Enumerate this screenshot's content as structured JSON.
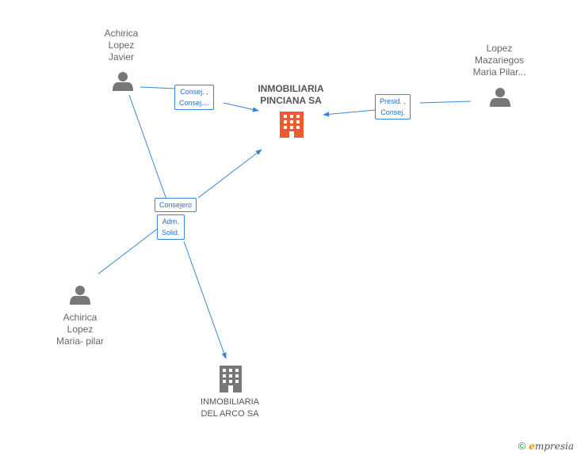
{
  "nodes": {
    "main_company": {
      "label": "INMOBILIARIA\nPINCIANA SA",
      "color": "#f05a30"
    },
    "person_javier": {
      "label": "Achirica\nLopez\nJavier"
    },
    "person_mazariegos": {
      "label": "Lopez\nMazariegos\nMaria Pilar..."
    },
    "person_maria_pilar": {
      "label": "Achirica\nLopez\nMaria- pilar"
    },
    "company_arco": {
      "label": "INMOBILIARIA\nDEL ARCO SA"
    }
  },
  "edges": {
    "javier_to_main": "Consej. ,\nConsej....",
    "mazariegos_to_main": "Presid. ,\nConsej.",
    "consejero": "Consejero",
    "adm_solid": "Adm.\nSolid."
  },
  "footer": {
    "copyright": "©",
    "brand_initial": "e",
    "brand_rest": "mpresia"
  },
  "colors": {
    "edge": "#3a86d6",
    "person_icon": "#777777",
    "company_icon": "#777777",
    "main_icon": "#f05a30"
  }
}
